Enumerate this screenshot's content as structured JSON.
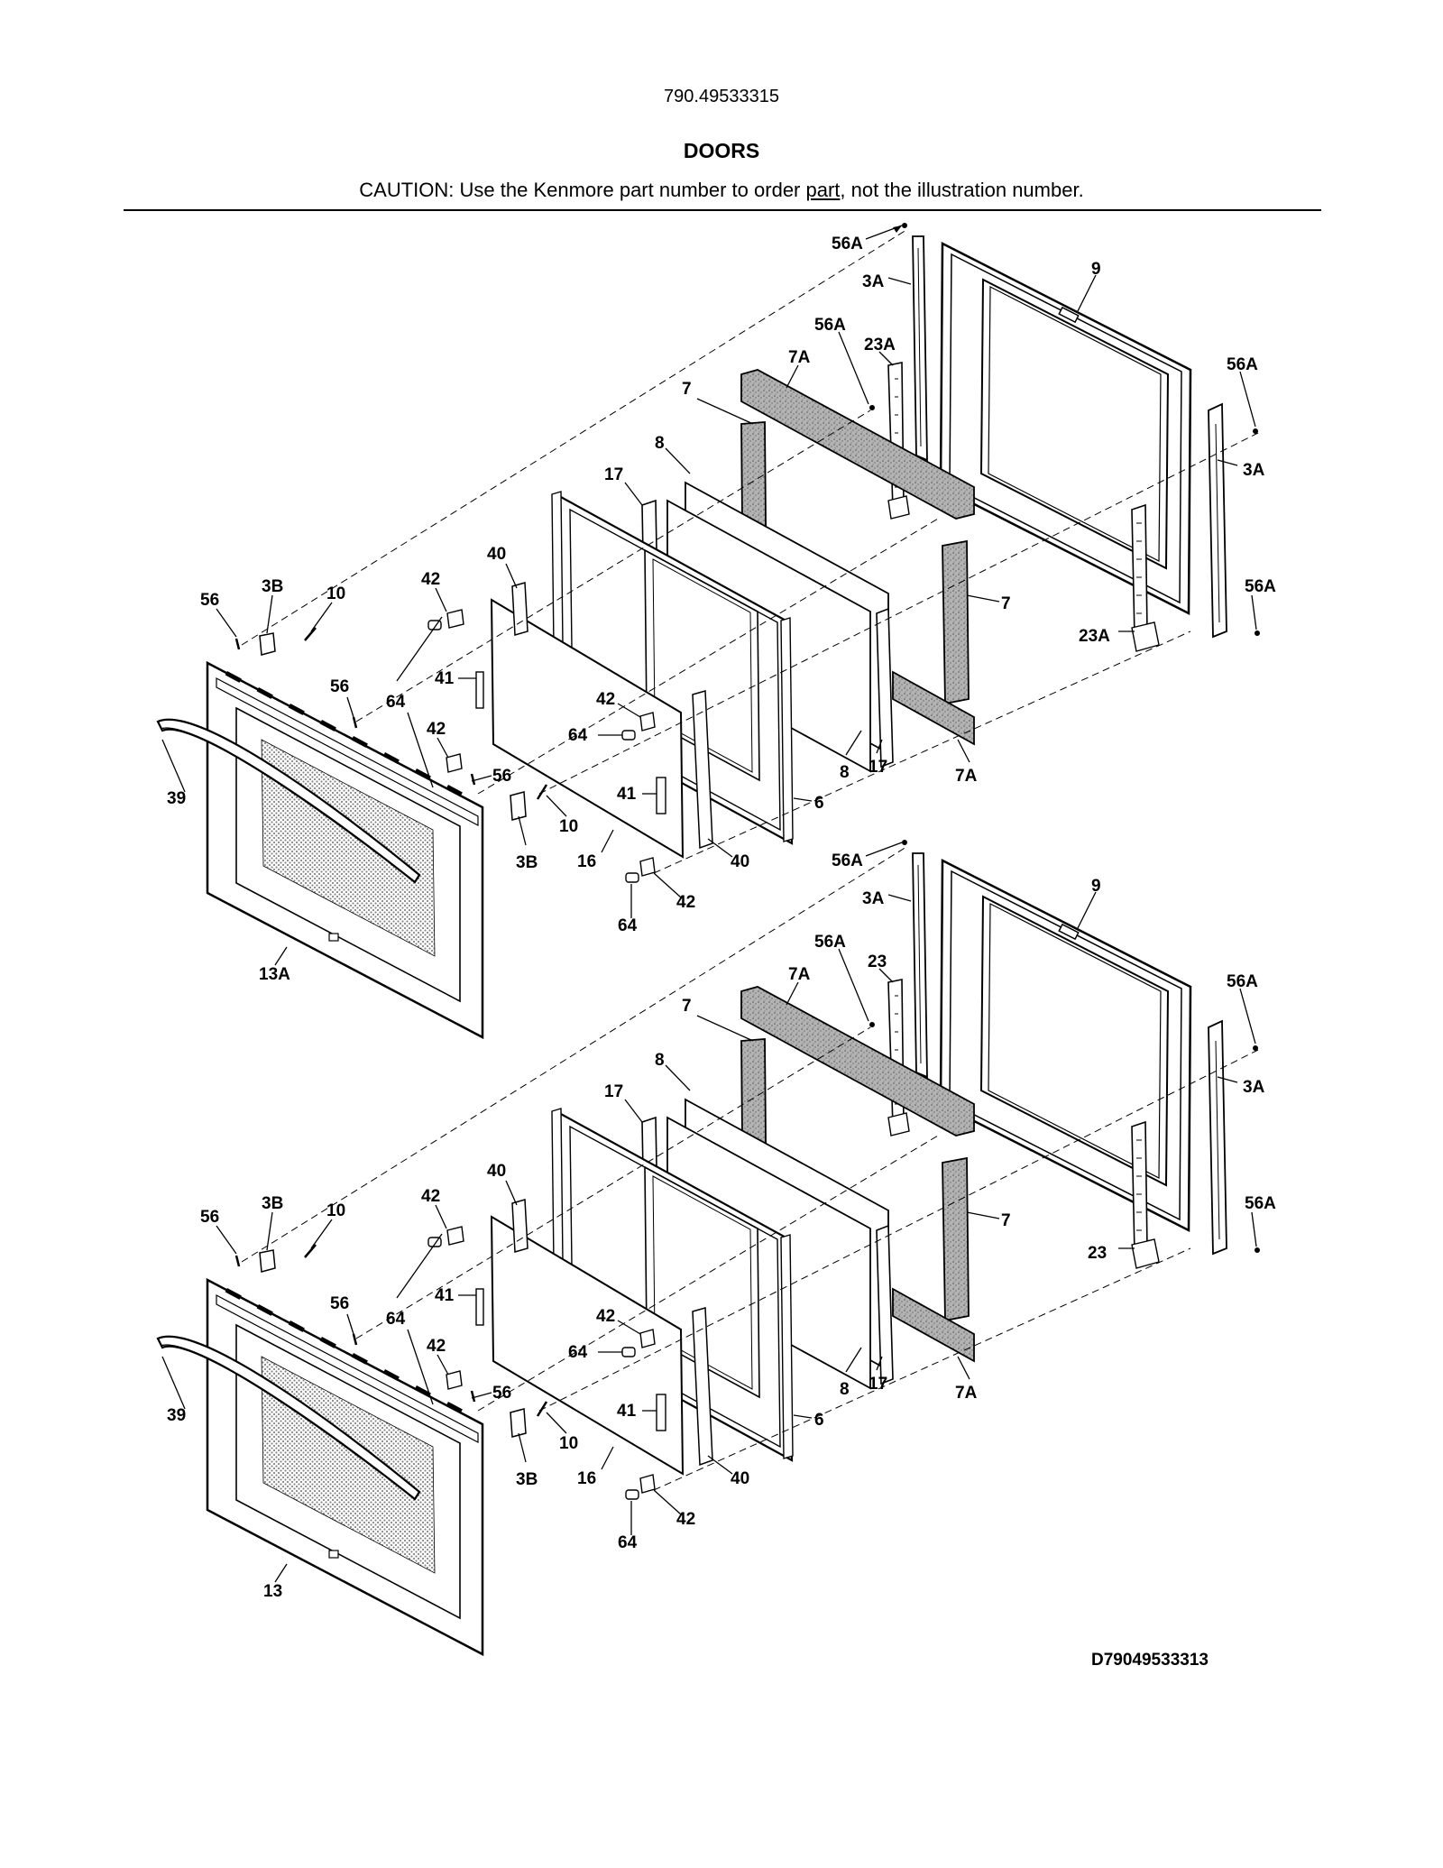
{
  "header": {
    "model_number": "790.49533315",
    "section_title": "DOORS",
    "caution_prefix": "CAUTION: Use the Kenmore part number to order ",
    "caution_underlined": "part",
    "caution_suffix": ", not the illustration number."
  },
  "footer": {
    "diagram_code": "D79049533313"
  },
  "colors": {
    "line": "#000000",
    "insulation": "#9a9a9a",
    "background": "#ffffff"
  },
  "upper_door": {
    "labels": {
      "56A_a": "56A",
      "3A_a": "3A",
      "9": "9",
      "56A_b": "56A",
      "23A_a": "23A",
      "7A_a": "7A",
      "56A_c": "56A",
      "7_a": "7",
      "3A_b": "3A",
      "8": "8",
      "17_a": "17",
      "40_a": "40",
      "42_a": "42",
      "3B_a": "3B",
      "10_a": "10",
      "56_a": "56",
      "56A_d": "56A",
      "7_b": "7",
      "23A_b": "23A",
      "56_b": "56",
      "41_a": "41",
      "64_a": "64",
      "42_b": "42",
      "39": "39",
      "42_c": "42",
      "64_b": "64",
      "56_c": "56",
      "41_b": "41",
      "8_b": "8",
      "17_b": "17",
      "7A_b": "7A",
      "6": "6",
      "10_b": "10",
      "3B_b": "3B",
      "16": "16",
      "40_b": "40",
      "42_d": "42",
      "64_c": "64",
      "13A": "13A"
    }
  },
  "lower_door": {
    "labels": {
      "56A_a": "56A",
      "3A_a": "3A",
      "9": "9",
      "56A_b": "56A",
      "23_a": "23",
      "7A_a": "7A",
      "56A_c": "56A",
      "7_a": "7",
      "3A_b": "3A",
      "8": "8",
      "17_a": "17",
      "40_a": "40",
      "42_a": "42",
      "3B_a": "3B",
      "10_a": "10",
      "56_a": "56",
      "56A_d": "56A",
      "7_b": "7",
      "23_b": "23",
      "56_b": "56",
      "41_a": "41",
      "64_a": "64",
      "42_b": "42",
      "39": "39",
      "42_c": "42",
      "64_b": "64",
      "56_c": "56",
      "41_b": "41",
      "8_b": "8",
      "17_b": "17",
      "7A_b": "7A",
      "6": "6",
      "10_b": "10",
      "3B_b": "3B",
      "16": "16",
      "40_b": "40",
      "42_d": "42",
      "64_c": "64",
      "13": "13"
    }
  }
}
